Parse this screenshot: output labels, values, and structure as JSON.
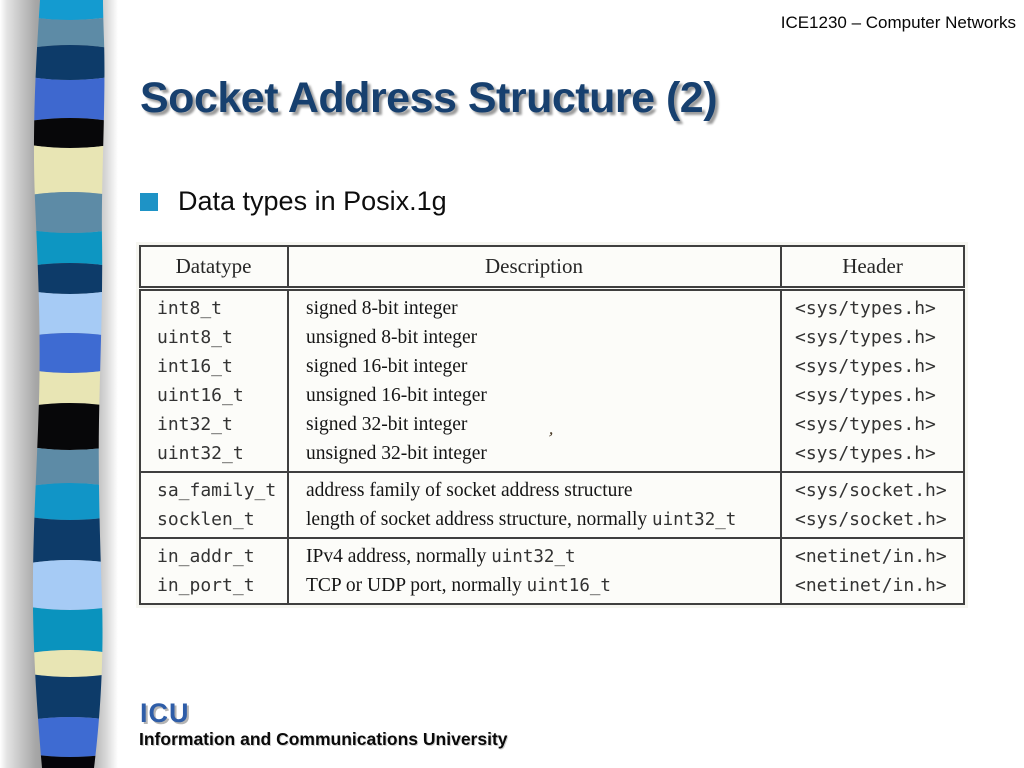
{
  "slide": {
    "course_header": "ICE1230 – Computer Networks",
    "title": "Socket Address Structure (2)",
    "bullet_label": "Data types in Posix.1g",
    "footer": {
      "logo": "ICU",
      "institution": "Information and Communications University"
    }
  },
  "table": {
    "columns": [
      "Datatype",
      "Description",
      "Header"
    ],
    "scan_mark": "ʼ",
    "sections": [
      {
        "rows": [
          {
            "datatype": "int8_t",
            "desc": [
              "signed 8-bit integer"
            ],
            "header": "<sys/types.h>"
          },
          {
            "datatype": "uint8_t",
            "desc": [
              "unsigned 8-bit integer"
            ],
            "header": "<sys/types.h>"
          },
          {
            "datatype": "int16_t",
            "desc": [
              "signed 16-bit integer"
            ],
            "header": "<sys/types.h>"
          },
          {
            "datatype": "uint16_t",
            "desc": [
              "unsigned 16-bit integer"
            ],
            "header": "<sys/types.h>"
          },
          {
            "datatype": "int32_t",
            "desc": [
              "signed 32-bit integer"
            ],
            "header": "<sys/types.h>"
          },
          {
            "datatype": "uint32_t",
            "desc": [
              "unsigned 32-bit integer"
            ],
            "header": "<sys/types.h>"
          }
        ]
      },
      {
        "rows": [
          {
            "datatype": "sa_family_t",
            "desc": [
              "address family of socket address structure"
            ],
            "header": "<sys/socket.h>"
          },
          {
            "datatype": "socklen_t",
            "desc": [
              "length of socket address structure, normally ",
              {
                "code": "uint32_t"
              }
            ],
            "header": "<sys/socket.h>"
          }
        ]
      },
      {
        "rows": [
          {
            "datatype": "in_addr_t",
            "desc": [
              "IPv4 address, normally ",
              {
                "code": "uint32_t"
              }
            ],
            "header": "<netinet/in.h>"
          },
          {
            "datatype": "in_port_t",
            "desc": [
              "TCP or UDP port, normally ",
              {
                "code": "uint16_t"
              }
            ],
            "header": "<netinet/in.h>"
          }
        ]
      }
    ]
  },
  "colors": {
    "title_blue": "#17406F",
    "bullet_teal": "#1E93C6",
    "logo_blue": "#2E5DA8"
  },
  "ribbon": {
    "bands": [
      {
        "color": "#149BD0",
        "to": 20
      },
      {
        "color": "#5D8BA6",
        "to": 45
      },
      {
        "color": "#0D3B69",
        "to": 80
      },
      {
        "color": "#3E68CF",
        "to": 118
      },
      {
        "color": "#070709",
        "to": 148
      },
      {
        "color": "#E8E5B4",
        "to": 192
      },
      {
        "color": "#5D8BA6",
        "to": 233
      },
      {
        "color": "#0D96C2",
        "to": 263
      },
      {
        "color": "#0D3B69",
        "to": 294
      },
      {
        "color": "#A6CBF5",
        "to": 333
      },
      {
        "color": "#3E6BD2",
        "to": 373
      },
      {
        "color": "#E8E5B4",
        "to": 403
      },
      {
        "color": "#070709",
        "to": 450
      },
      {
        "color": "#5D8BA6",
        "to": 483
      },
      {
        "color": "#1195C7",
        "to": 520
      },
      {
        "color": "#0D3B69",
        "to": 560
      },
      {
        "color": "#A6CBF5",
        "to": 610
      },
      {
        "color": "#0A93BE",
        "to": 650
      },
      {
        "color": "#E8E5B4",
        "to": 677
      },
      {
        "color": "#0D3B69",
        "to": 717
      },
      {
        "color": "#3E6BD2",
        "to": 757
      },
      {
        "color": "#05050A",
        "to": 768
      }
    ]
  }
}
